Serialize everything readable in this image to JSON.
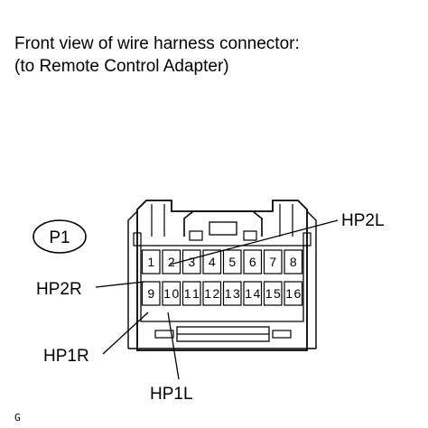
{
  "caption": {
    "line1": "Front view of wire harness connector:",
    "line2": "(to Remote Control Adapter)"
  },
  "connector_id": "P1",
  "pins_top": [
    "1",
    "2",
    "3",
    "4",
    "5",
    "6",
    "7",
    "8"
  ],
  "pins_bottom": [
    "9",
    "10",
    "11",
    "12",
    "13",
    "14",
    "15",
    "16"
  ],
  "callouts": {
    "hp2l": "HP2L",
    "hp2r": "HP2R",
    "hp1r": "HP1R",
    "hp1l": "HP1L"
  },
  "corner_mark": "G"
}
